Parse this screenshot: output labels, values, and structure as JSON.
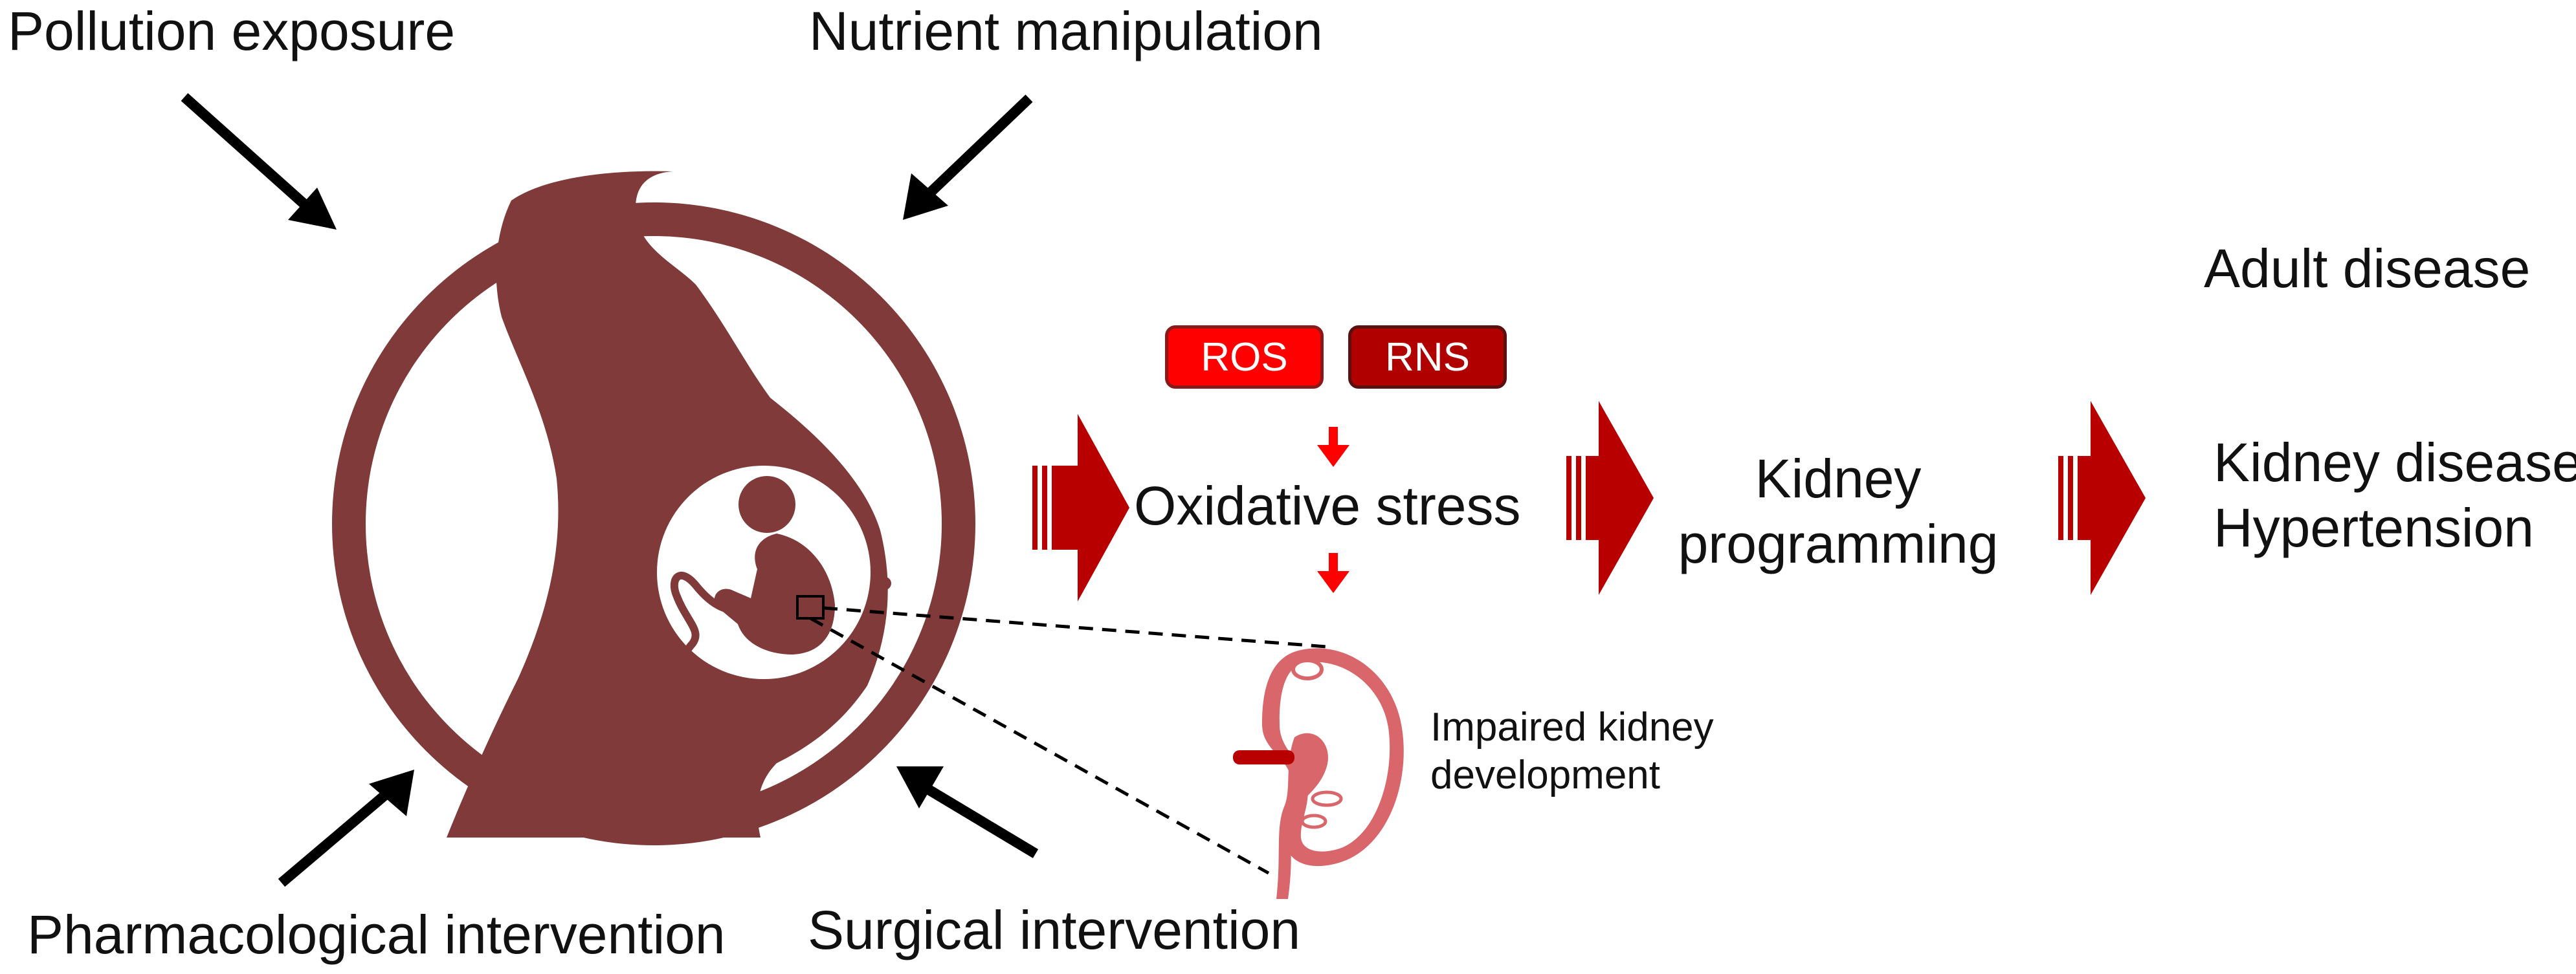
{
  "colors": {
    "maroon": "#7F3A39",
    "arrow_red": "#B80000",
    "small_arrow": "#FF0000",
    "ros_fill": "#FF0000",
    "rns_fill": "#B00000",
    "kidney": "#D9666A",
    "black": "#000000"
  },
  "exposures": {
    "pollution": "Pollution exposure",
    "nutrient": "Nutrient manipulation",
    "pharmacological": "Pharmacological intervention",
    "surgical": "Surgical intervention"
  },
  "badges": {
    "ros": "ROS",
    "rns": "RNS"
  },
  "oxidative_stress": "Oxidative stress",
  "kidney_programming": [
    "Kidney",
    "programming"
  ],
  "impaired_kidney": [
    "Impaired kidney",
    "development"
  ],
  "adult_disease": {
    "title": "Adult disease",
    "items": [
      "Kidney disease",
      "Hypertension"
    ]
  },
  "icons": [
    "pregnant-mother-icon",
    "fetus-icon",
    "kidney-icon",
    "flow-arrow-icon"
  ]
}
